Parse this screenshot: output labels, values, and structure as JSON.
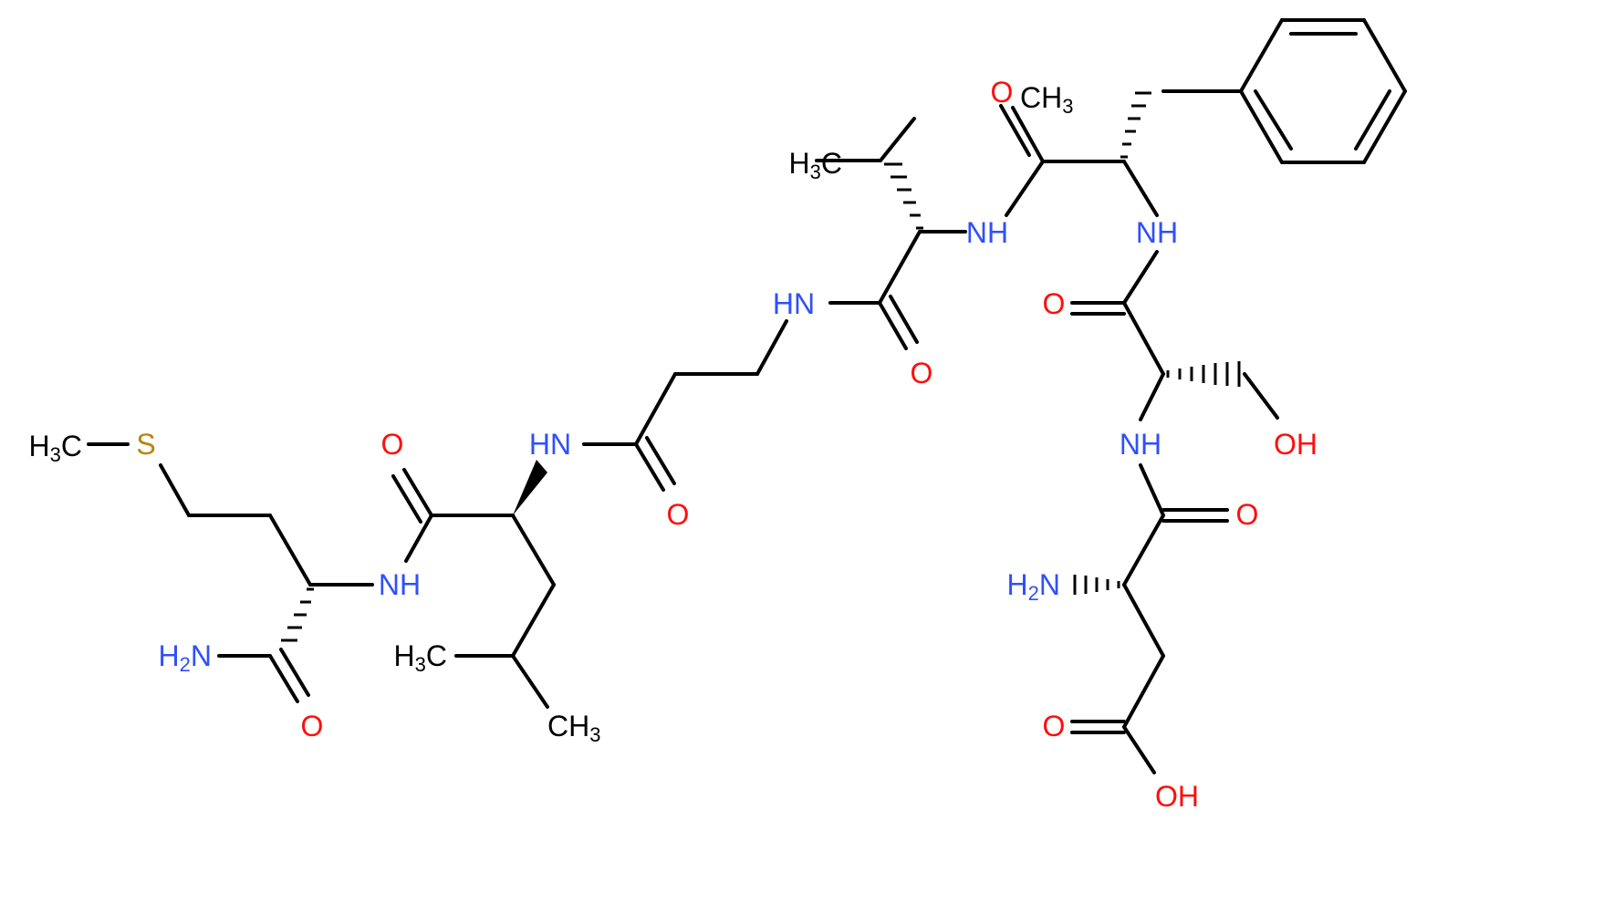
{
  "colors": {
    "O": "#ff0d0d",
    "N": "#3050f8",
    "S": "#b8860b",
    "C": "#000000"
  },
  "atoms": [
    {
      "id": "ch3-val-top",
      "main": "CH",
      "sub": "3",
      "color": "#000000"
    },
    {
      "id": "o-val-carbonyl",
      "main": "O",
      "color": "#ff0d0d"
    },
    {
      "id": "ch3-val-left",
      "main": "H",
      "sub": "3",
      "tail": "C",
      "color": "#000000"
    },
    {
      "id": "nh-val",
      "main": "NH",
      "color": "#3050f8"
    },
    {
      "id": "nh-phe",
      "main": "NH",
      "color": "#3050f8"
    },
    {
      "id": "o-ser-carbonyl",
      "main": "O",
      "color": "#ff0d0d"
    },
    {
      "id": "nh-bala",
      "main": "HN",
      "color": "#3050f8"
    },
    {
      "id": "o-bala-carbonyl",
      "main": "O",
      "color": "#ff0d0d"
    },
    {
      "id": "nh-ser",
      "main": "NH",
      "color": "#3050f8"
    },
    {
      "id": "oh-ser",
      "main": "OH",
      "color": "#ff0d0d"
    },
    {
      "id": "s-met",
      "main": "S",
      "color": "#b8860b"
    },
    {
      "id": "ch3-met",
      "main": "H",
      "sub": "3",
      "tail": "C",
      "color": "#000000"
    },
    {
      "id": "o-leu-carbonyl",
      "main": "O",
      "color": "#ff0d0d"
    },
    {
      "id": "nh-leu",
      "main": "HN",
      "color": "#3050f8"
    },
    {
      "id": "o-bala2-carbonyl",
      "main": "O",
      "color": "#ff0d0d"
    },
    {
      "id": "o-asp-carbonyl",
      "main": "O",
      "color": "#ff0d0d"
    },
    {
      "id": "nh-met",
      "main": "NH",
      "color": "#3050f8"
    },
    {
      "id": "nh2-asp",
      "main": "H",
      "sub": "2",
      "tail": "N",
      "color": "#3050f8"
    },
    {
      "id": "nh2-amide",
      "main": "H",
      "sub": "2",
      "tail": "N",
      "color": "#3050f8"
    },
    {
      "id": "ch3-leu-left",
      "main": "H",
      "sub": "3",
      "tail": "C",
      "color": "#000000"
    },
    {
      "id": "ch3-leu-right",
      "main": "CH",
      "sub": "3",
      "color": "#000000"
    },
    {
      "id": "o-amide",
      "main": "O",
      "color": "#ff0d0d"
    },
    {
      "id": "o-acid",
      "main": "O",
      "color": "#ff0d0d"
    },
    {
      "id": "oh-acid",
      "main": "OH",
      "color": "#ff0d0d"
    }
  ]
}
